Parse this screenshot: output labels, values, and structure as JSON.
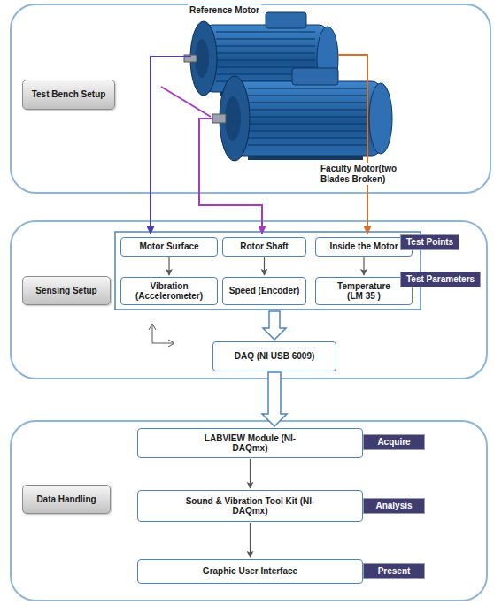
{
  "diagram": {
    "nodes": [
      {
        "text": [
          "Test Bench Setup"
        ]
      },
      {
        "text": [
          "Sensing Setup"
        ]
      },
      {
        "text": [
          "Motor Surface"
        ]
      },
      {
        "text": [
          "Rotor Shaft"
        ]
      },
      {
        "text": [
          "Inside the Motor"
        ]
      },
      {
        "text": [
          "Test Points"
        ]
      },
      {
        "text": [
          "Vibration (Accelerometer)"
        ]
      },
      {
        "text": [
          "Speed (Encoder)"
        ]
      },
      {
        "text": [
          "Temperature (LM 35 )"
        ]
      },
      {
        "text": [
          "Test Parameters"
        ]
      },
      {
        "text": [
          "DAQ (NI USB 6009)"
        ]
      },
      {
        "text": [
          "Data Handling"
        ]
      },
      {
        "text": [
          "LABVIEW Module (NI-DAQmx)"
        ]
      },
      {
        "text": [
          "Acquire"
        ]
      },
      {
        "text": [
          "Sound & Vibration Tool Kit (NI-DAQmx)"
        ]
      },
      {
        "text": [
          "Analysis"
        ]
      },
      {
        "text": [
          "Graphic User Interface"
        ]
      },
      {
        "text": [
          "Present"
        ]
      }
    ],
    "edges": [
      {
        "from": 2,
        "to": 6,
        "arrow": "to"
      },
      {
        "from": 3,
        "to": 7,
        "arrow": "to"
      },
      {
        "from": 4,
        "to": 8,
        "arrow": "to"
      },
      {
        "from": 10,
        "to": 12,
        "arrow": "to"
      },
      {
        "from": 12,
        "to": 14,
        "arrow": "to"
      },
      {
        "from": 14,
        "to": 16,
        "arrow": "to"
      }
    ],
    "labels": [
      "Reference Motor",
      "Faculty Motor(two Blades Broken)"
    ]
  }
}
